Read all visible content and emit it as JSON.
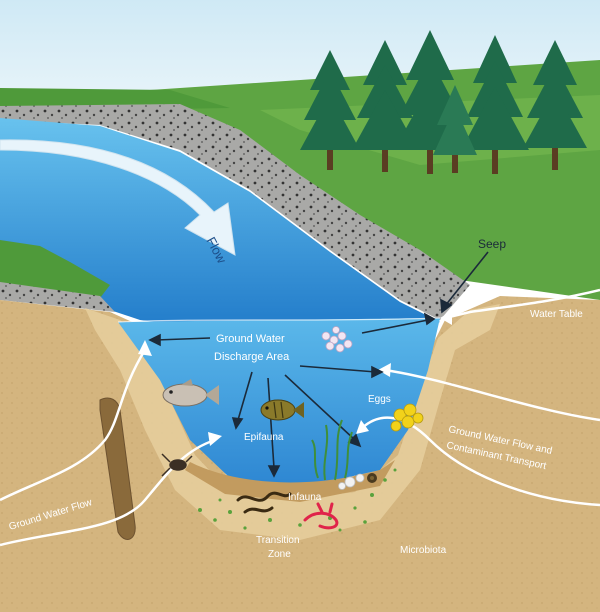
{
  "diagram": {
    "labels": {
      "flow": "Flow",
      "seep": "Seep",
      "water_table": "Water Table",
      "gw_discharge_line1": "Ground Water",
      "gw_discharge_line2": "Discharge Area",
      "eggs": "Eggs",
      "epifauna": "Epifauna",
      "infauna": "Infauna",
      "gw_flow_line1": "Ground Water Flow and",
      "gw_flow_line2": "Contaminant Transport",
      "ground_water_flow_left": "Ground Water Flow",
      "transition_line1": "Transition",
      "transition_line2": "Zone",
      "microbiota": "Microbiota"
    },
    "colors": {
      "sky": "#d7ecf6",
      "water": "#2f8fd6",
      "grass": "#4f9a3a",
      "sediment": "#d2b07a",
      "gravel": "#9a9a9a",
      "trees": "#1f6b4a"
    },
    "icons": [
      "tree-icon",
      "fish-icon",
      "eggs-icon",
      "worm-icon",
      "shrimp-icon",
      "crayfish-icon",
      "snail-icon",
      "aquatic-plant-icon"
    ]
  }
}
